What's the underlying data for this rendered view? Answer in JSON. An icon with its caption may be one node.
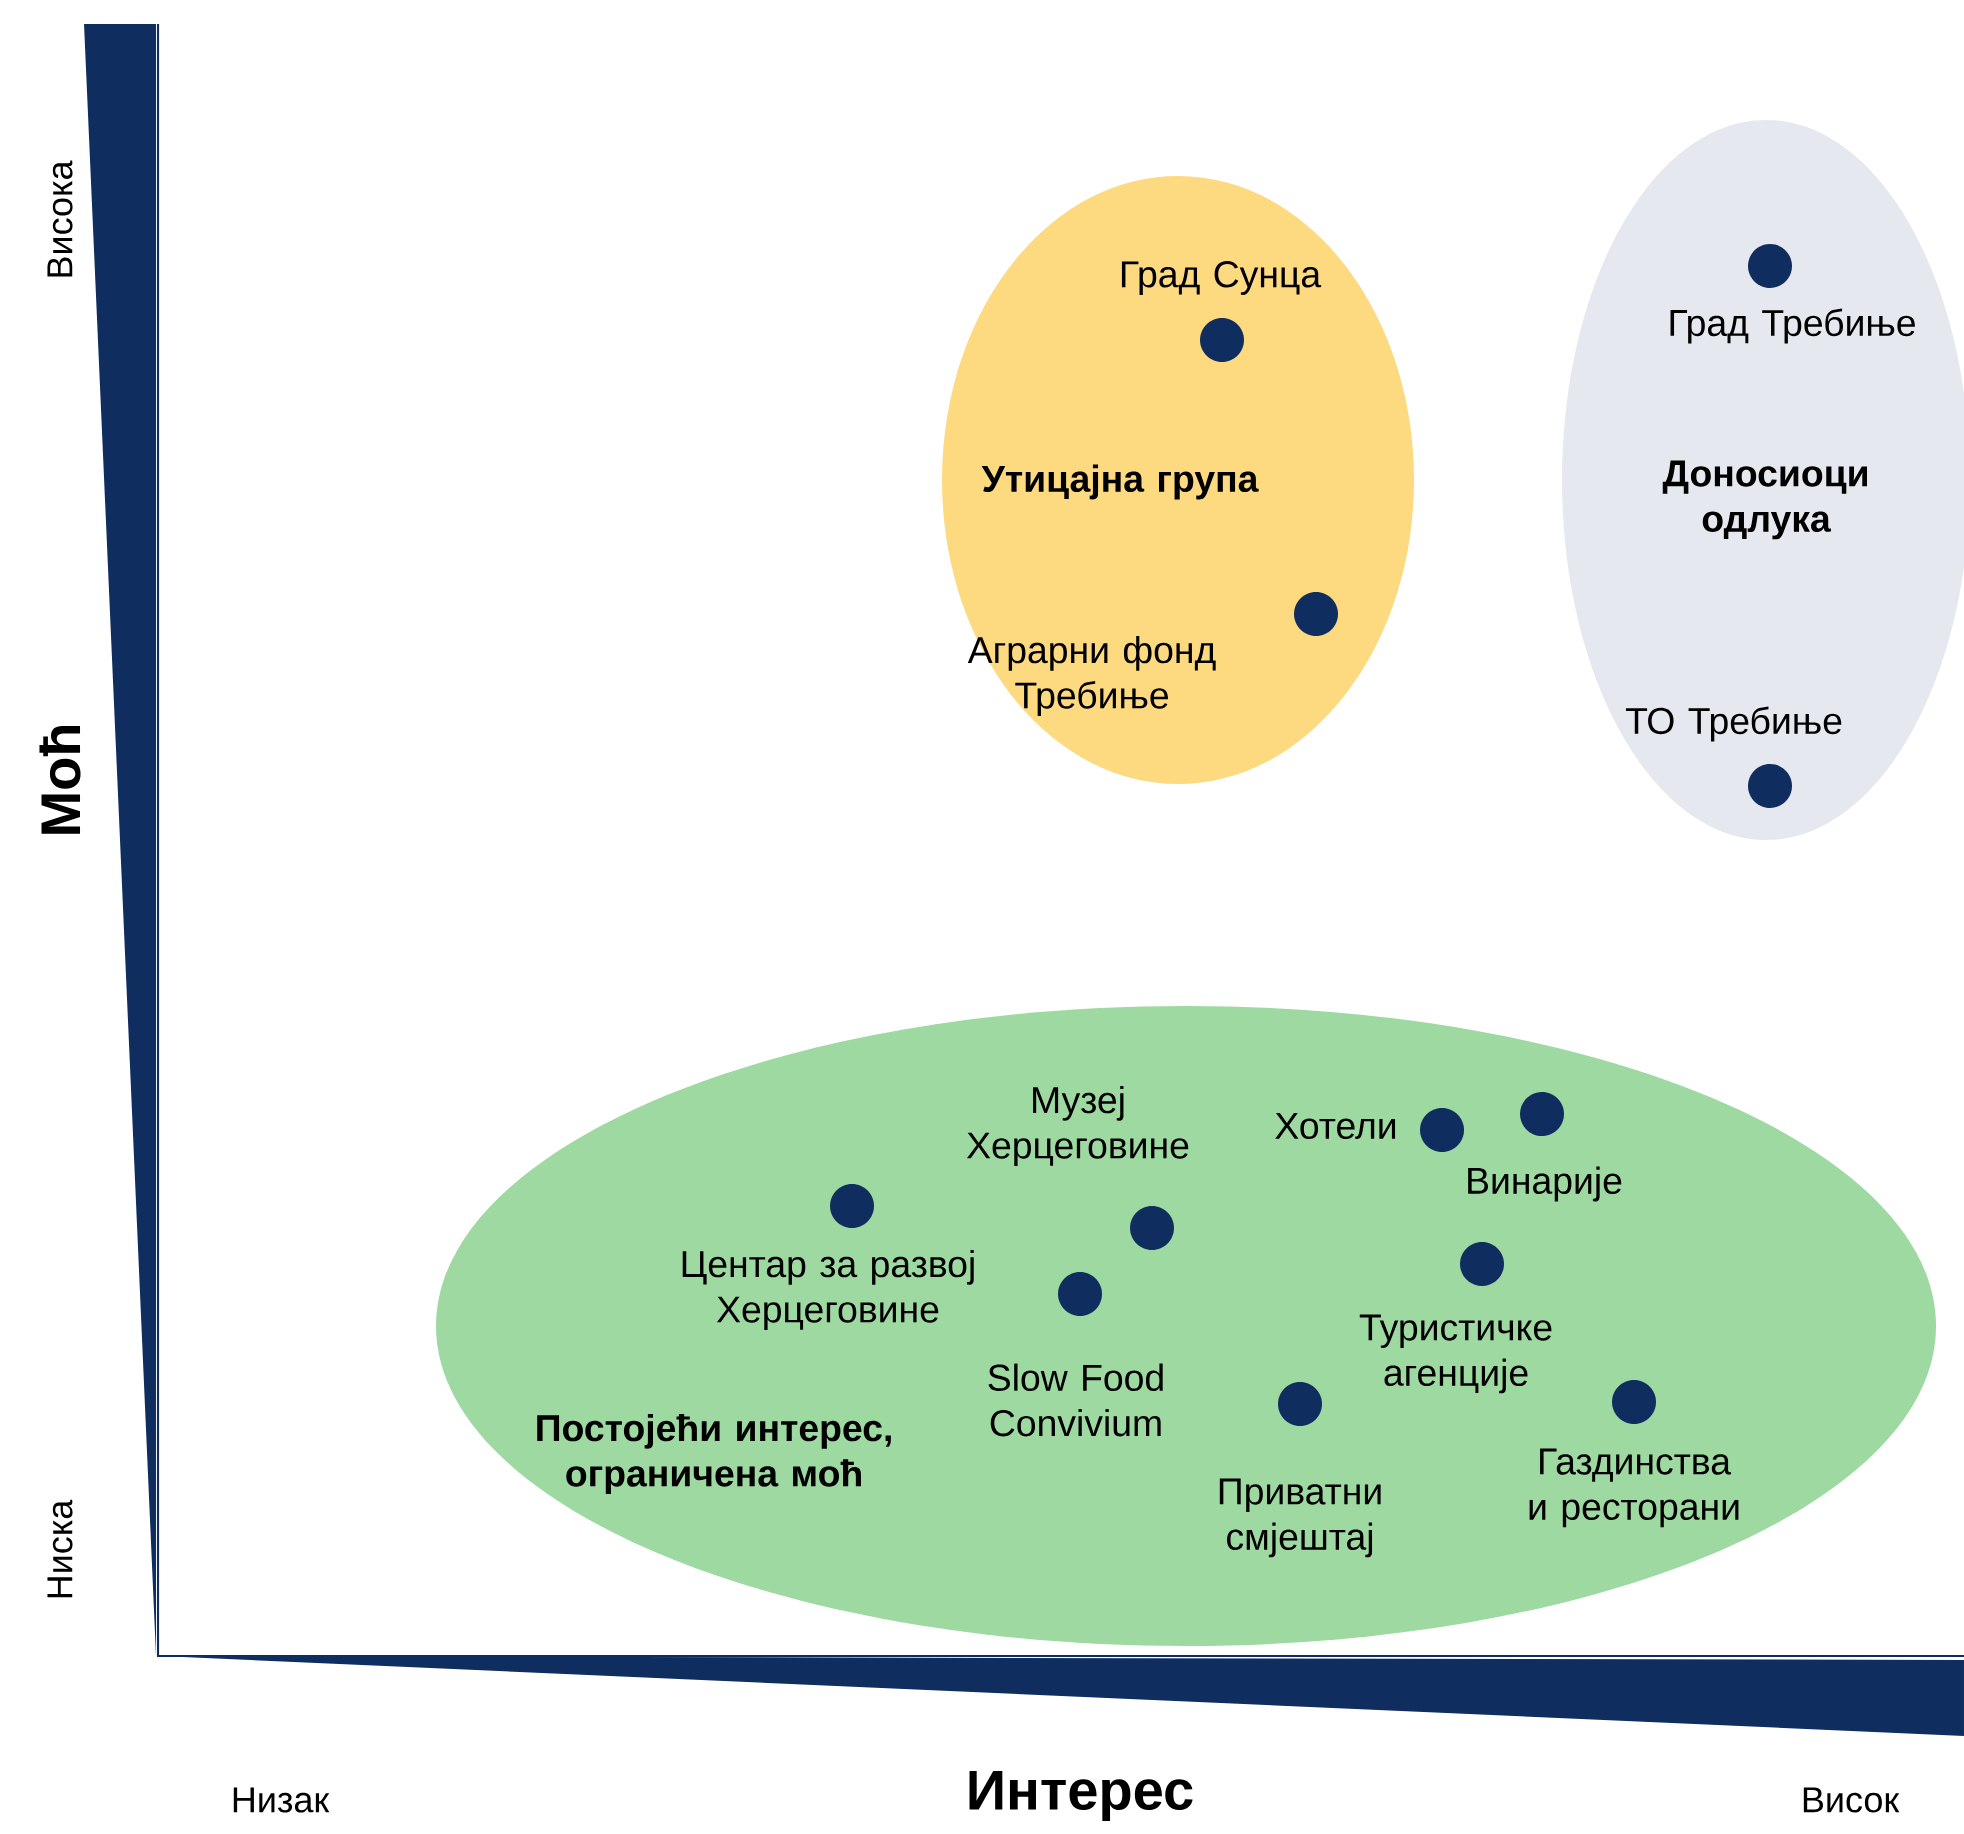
{
  "diagram": {
    "nodes": [
      {
        "text": [
          "Утицајна група"
        ]
      },
      {
        "text": [],
        "shape": "circle",
        "beside": [
          "Град Сунца"
        ],
        "in": 0
      },
      {
        "text": [],
        "shape": "circle",
        "beside": [
          "Аграрни фонд Требиње"
        ],
        "in": 0
      },
      {
        "text": [
          "Доносиоци одлука"
        ]
      },
      {
        "text": [],
        "shape": "circle",
        "beside": [
          "Град Требиње"
        ],
        "in": 3
      },
      {
        "text": [],
        "shape": "circle",
        "beside": [
          "ТО Требиње"
        ],
        "in": 3
      },
      {
        "text": [
          "Постојећи интерес, ограничена моћ"
        ]
      },
      {
        "text": [],
        "shape": "circle",
        "beside": [
          "Музеј Херцеговине"
        ],
        "in": 6
      },
      {
        "text": [],
        "shape": "circle",
        "beside": [
          "Хотели"
        ],
        "in": 6
      },
      {
        "text": [],
        "shape": "circle",
        "beside": [
          "Винарије"
        ],
        "in": 6
      },
      {
        "text": [],
        "shape": "circle",
        "beside": [
          "Центар за развој Херцеговине"
        ],
        "in": 6
      },
      {
        "text": [],
        "shape": "circle",
        "beside": [
          "Slow Food Convivium"
        ],
        "in": 6
      },
      {
        "text": [],
        "shape": "circle",
        "beside": [
          "Туристичке агенције"
        ],
        "in": 6
      },
      {
        "text": [],
        "shape": "circle",
        "beside": [
          "Приватни смјештај"
        ],
        "in": 6
      },
      {
        "text": [],
        "shape": "circle",
        "beside": [
          "Газдинства и ресторани"
        ],
        "in": 6
      }
    ],
    "labels": [
      "Висока",
      "Моћ",
      "Ниска",
      "Низак",
      "Интерес",
      "Висок"
    ]
  }
}
